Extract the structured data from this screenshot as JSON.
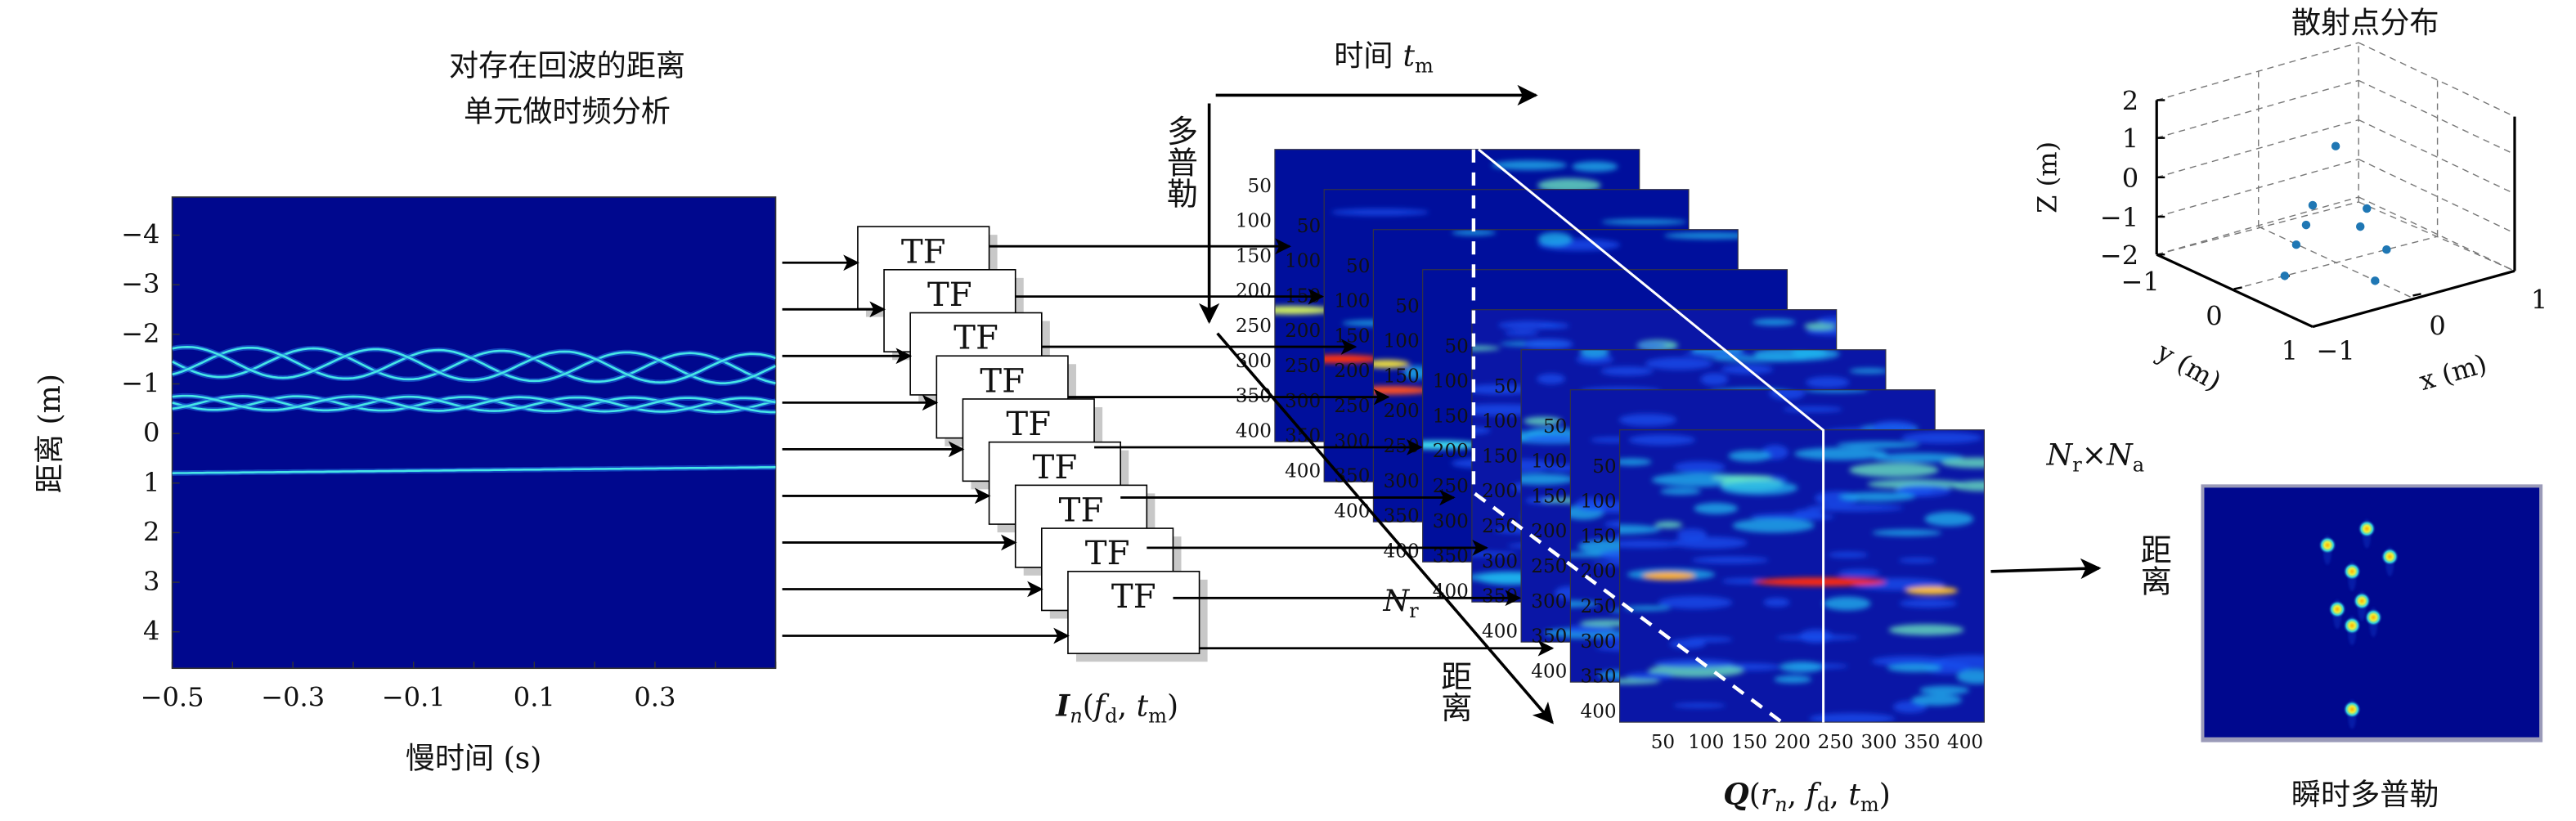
{
  "colors": {
    "map_bg": "#00088e",
    "curve": "#46e6e6",
    "scatter_point": "#1f77b4",
    "frame_bg": "#0a16a6"
  },
  "left_panel": {
    "title_lines": [
      "对存在回波的距离",
      "单元做时频分析"
    ],
    "ylabel": "距离 (m)",
    "xlabel": "慢时间 (s)",
    "yticks": [
      "−4",
      "−3",
      "−2",
      "−1",
      "0",
      "1",
      "2",
      "3",
      "4"
    ],
    "xticks": [
      "−0.5",
      "−0.3",
      "−0.1",
      "0.1",
      "0.3"
    ]
  },
  "tf_blocks": {
    "label": "TF",
    "count": 9
  },
  "tf_output_label": {
    "sym": "I",
    "sym_sub": "n",
    "open": "(",
    "f": "f",
    "f_sub": "d",
    "sep": ", ",
    "t": "t",
    "t_sub": "m",
    "close": ")"
  },
  "time_axis": {
    "label": "时间",
    "var": "t",
    "var_sub": "m"
  },
  "doppler_axis": {
    "label": "多普勒"
  },
  "range_axis": {
    "label": "距离"
  },
  "nr_label": {
    "var": "N",
    "sub": "r"
  },
  "frames": {
    "count": 8,
    "yticks": [
      "50",
      "100",
      "150",
      "200",
      "250",
      "300",
      "350",
      "400"
    ],
    "xticks": [
      "50",
      "100",
      "150",
      "200",
      "250",
      "300",
      "350",
      "400"
    ]
  },
  "q_label": {
    "sym": "Q",
    "open": "(",
    "r": "r",
    "r_sub": "n",
    "sep1": ", ",
    "f": "f",
    "f_sub": "d",
    "sep2": ", ",
    "t": "t",
    "t_sub": "m",
    "close": ")"
  },
  "right_panel": {
    "size_label": {
      "n1": "N",
      "s1": "r",
      "times": "×",
      "n2": "N",
      "s2": "a"
    },
    "range_label": "距离",
    "doppler_label": "瞬时多普勒"
  },
  "scatter3d": {
    "title": "散射点分布",
    "zlabel": "Z (m)",
    "zticks": [
      "2",
      "1",
      "0",
      "−1",
      "−2"
    ],
    "yticks": [
      "−1",
      "0",
      "1"
    ],
    "xticks": [
      "−1",
      "0",
      "1"
    ],
    "ylabel": "y (m)",
    "xlabel": "x (m)"
  }
}
